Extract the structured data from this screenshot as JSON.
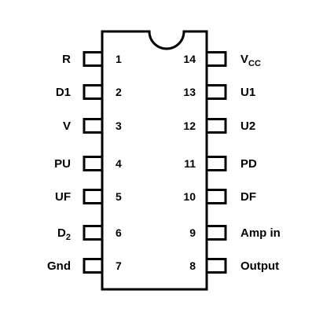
{
  "chip": {
    "left_pins": [
      {
        "number": "1",
        "label": "R",
        "sub": ""
      },
      {
        "number": "2",
        "label": "D1",
        "sub": ""
      },
      {
        "number": "3",
        "label": "V",
        "sub": ""
      },
      {
        "number": "4",
        "label": "PU",
        "sub": ""
      },
      {
        "number": "5",
        "label": "UF",
        "sub": ""
      },
      {
        "number": "6",
        "label": "D",
        "sub": "2"
      },
      {
        "number": "7",
        "label": "Gnd",
        "sub": ""
      }
    ],
    "right_pins": [
      {
        "number": "14",
        "label": "V",
        "sub": "CC"
      },
      {
        "number": "13",
        "label": "U1",
        "sub": ""
      },
      {
        "number": "12",
        "label": "U2",
        "sub": ""
      },
      {
        "number": "11",
        "label": "PD",
        "sub": ""
      },
      {
        "number": "10",
        "label": "DF",
        "sub": ""
      },
      {
        "number": "9",
        "label": "Amp in",
        "sub": ""
      },
      {
        "number": "8",
        "label": "Output",
        "sub": ""
      }
    ]
  },
  "colors": {
    "stroke": "#000000",
    "background": "#ffffff"
  }
}
